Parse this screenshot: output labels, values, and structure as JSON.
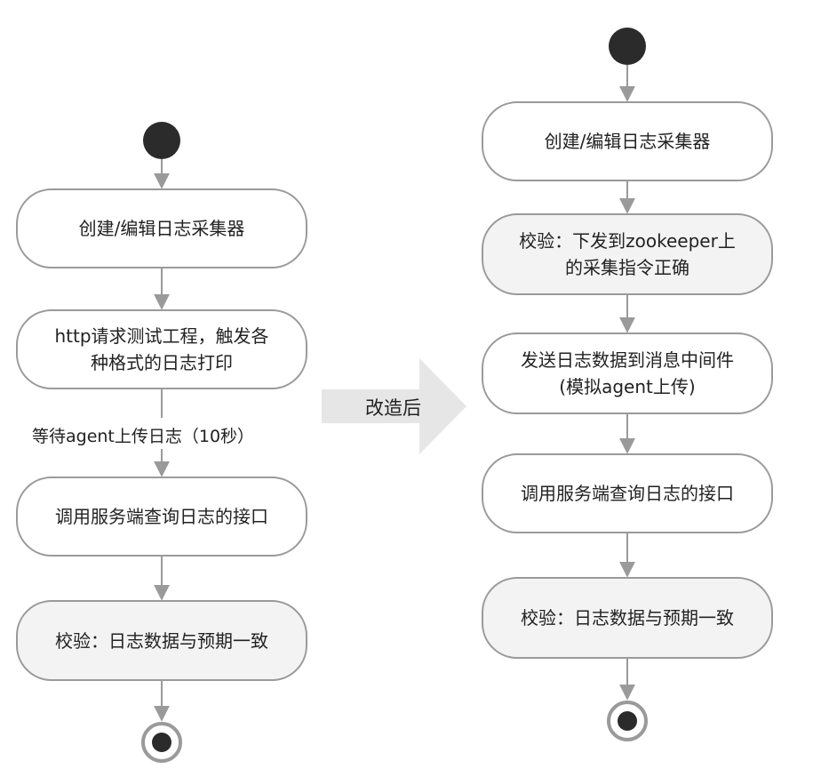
{
  "colors": {
    "node_border": "#9a9a9a",
    "node_fill": "#ffffff",
    "node_fill_shaded": "#f3f3f3",
    "start_end": "#2b2b2b",
    "connector": "#9a9a9a",
    "big_arrow": "#e6e6e6"
  },
  "transform_label": "改造后",
  "before": {
    "steps": [
      "创建/编辑日志采集器",
      "http请求测试工程，触发各\n种格式的日志打印",
      "调用服务端查询日志的接口",
      "校验：日志数据与预期一致"
    ],
    "wait_label": "等待agent上传日志（10秒）"
  },
  "after": {
    "steps": [
      "创建/编辑日志采集器",
      "校验：下发到zookeeper上\n的采集指令正确",
      "发送日志数据到消息中间件\n(模拟agent上传)",
      "调用服务端查询日志的接口",
      "校验：日志数据与预期一致"
    ]
  }
}
